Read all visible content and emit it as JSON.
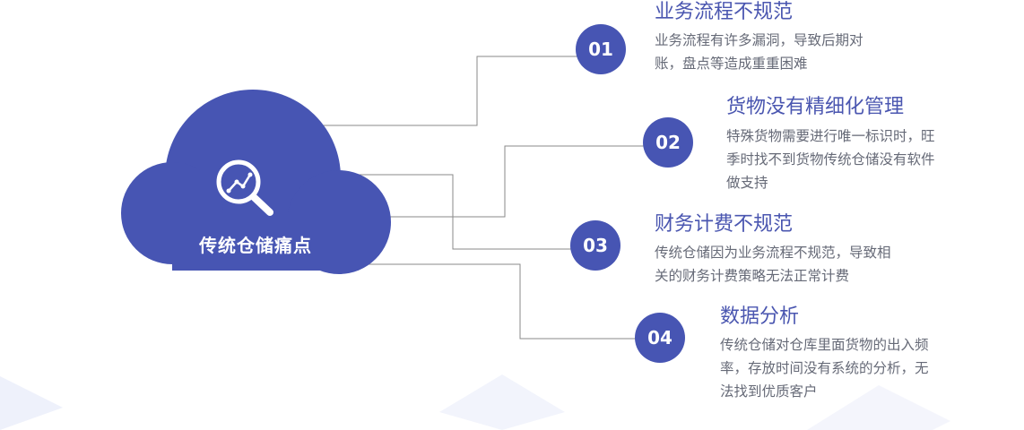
{
  "cloud": {
    "label": "传统仓储痛点",
    "icon": "magnifier-trend-icon",
    "color": "#4755b3"
  },
  "accent_color": "#4a56b0",
  "items": [
    {
      "number": "01",
      "title": "业务流程不规范",
      "lines": [
        "业务流程有许多漏洞，导致后期对",
        "账，盘点等造成重重困难"
      ]
    },
    {
      "number": "02",
      "title": "货物没有精细化管理",
      "lines": [
        "特殊货物需要进行唯一标识时，旺",
        "季时找不到货物传统仓储没有软件",
        "做支持"
      ]
    },
    {
      "number": "03",
      "title": "财务计费不规范",
      "lines": [
        "传统仓储因为业务流程不规范，导致相",
        "关的财务计费策略无法正常计费"
      ]
    },
    {
      "number": "04",
      "title": "数据分析",
      "lines": [
        "传统仓储对仓库里面货物的出入频",
        "率，存放时间没有系统的分析，无",
        "法找到优质客户"
      ]
    }
  ]
}
